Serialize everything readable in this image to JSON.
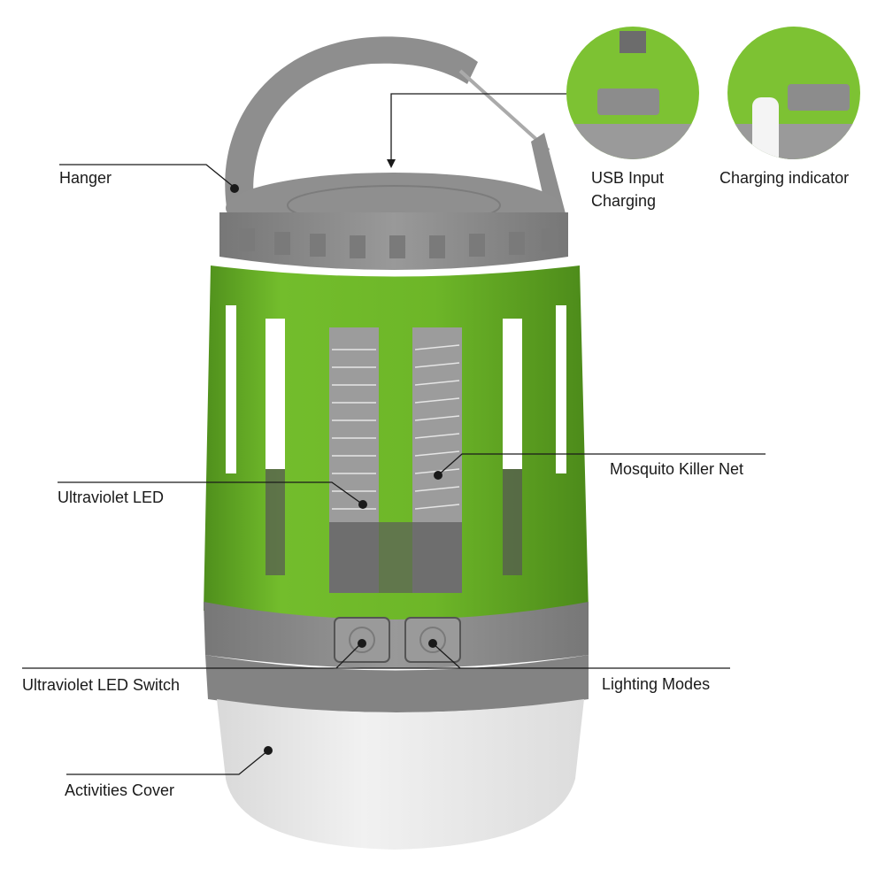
{
  "diagram": {
    "subject": "Portable mosquito killer camping lantern",
    "colors": {
      "body_green": "#6fb92a",
      "body_green_dark": "#4f8f1c",
      "cap_gray": "#8c8c8c",
      "cap_gray_dark": "#6f6f6f",
      "diffuser_white": "#ececec",
      "leader_line": "#1a1a1a",
      "background": "#ffffff"
    },
    "callouts": [
      {
        "id": "hanger",
        "label": "Hanger"
      },
      {
        "id": "usb",
        "label_line1": "USB Input",
        "label_line2": "Charging"
      },
      {
        "id": "charging",
        "label": "Charging indicator"
      },
      {
        "id": "net",
        "label": "Mosquito Killer Net"
      },
      {
        "id": "uv_led",
        "label": "Ultraviolet LED"
      },
      {
        "id": "uv_switch",
        "label": "Ultraviolet LED Switch"
      },
      {
        "id": "modes",
        "label": "Lighting Modes"
      },
      {
        "id": "cover",
        "label": "Activities Cover"
      }
    ],
    "insets": [
      {
        "id": "usb-port-closeup",
        "icon": "usb-icon"
      },
      {
        "id": "charging-cable-closeup",
        "icon": "usb-icon"
      }
    ]
  }
}
